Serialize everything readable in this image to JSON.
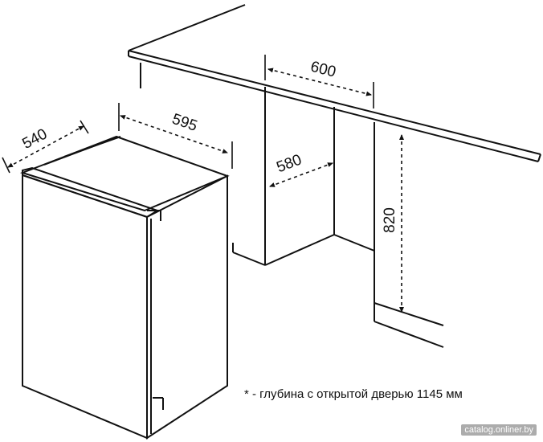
{
  "dimensions": {
    "width": "540",
    "depth": "595",
    "niche_width": "600",
    "niche_depth": "580",
    "niche_height": "820"
  },
  "footnote": "* - глубина с открытой дверью 1145 мм",
  "watermark": "catalog.onliner.by"
}
